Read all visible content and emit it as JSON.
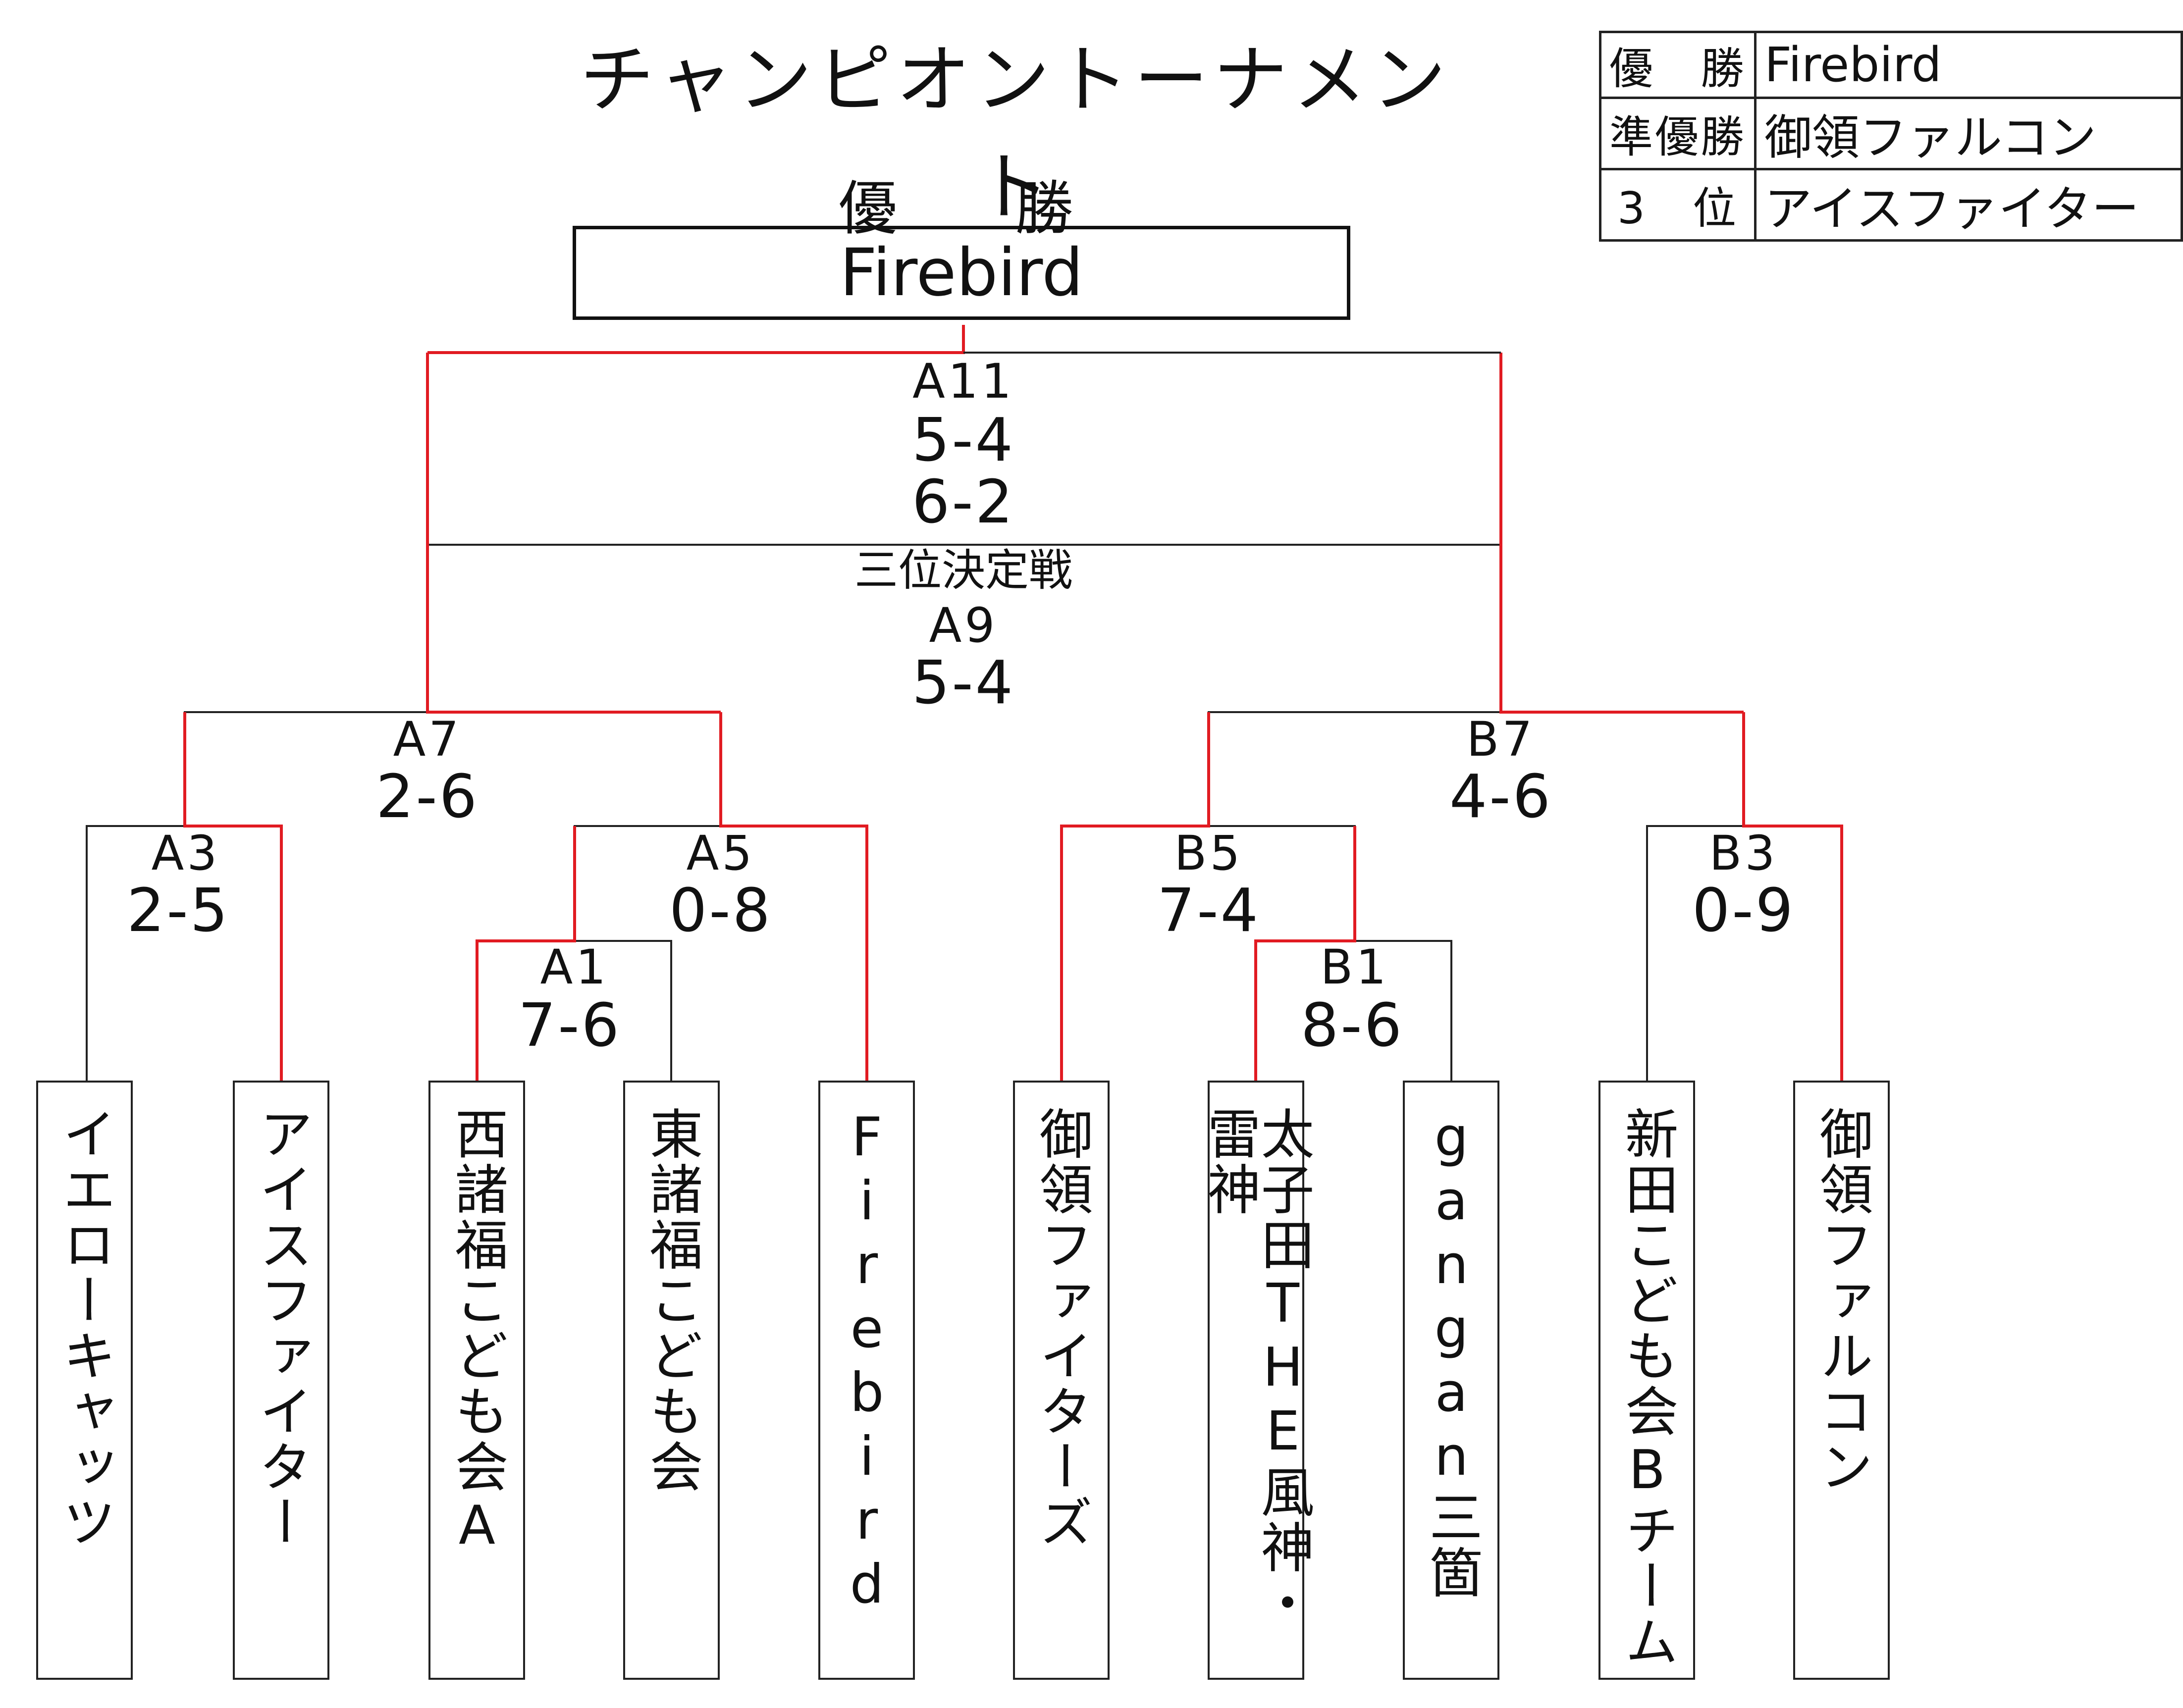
{
  "title": "チャンピオントーナメント",
  "results": [
    {
      "label": "優　勝",
      "value": "Firebird"
    },
    {
      "label": "準優勝",
      "value": "御領ファルコン"
    },
    {
      "label": "3　位",
      "value": "アイスファイター"
    }
  ],
  "champion": {
    "label": "優　勝",
    "name": "Firebird"
  },
  "colors": {
    "winner_line": "#e11b22",
    "line": "#222222"
  },
  "teams": [
    "イエローキャッツ",
    "アイスファイター",
    "西諸福こども会A",
    "東諸福こども会",
    "Firebird",
    "御領ファイターズ",
    "太子田THE風神・雷神",
    "gangan三箇",
    "新田こども会Bチーム",
    "御領ファルコン"
  ],
  "matches": {
    "A3": {
      "code": "A3",
      "score": "2-5"
    },
    "A1": {
      "code": "A1",
      "score": "7-6"
    },
    "A5": {
      "code": "A5",
      "score": "0-8"
    },
    "A7": {
      "code": "A7",
      "score": "2-6"
    },
    "B1": {
      "code": "B1",
      "score": "8-6"
    },
    "B5": {
      "code": "B5",
      "score": "7-4"
    },
    "B3": {
      "code": "B3",
      "score": "0-9"
    },
    "B7": {
      "code": "B7",
      "score": "4-6"
    },
    "A11": {
      "code": "A11",
      "score1": "5-4",
      "score2": "6-2"
    },
    "A9": {
      "label": "三位決定戦",
      "code": "A9",
      "score": "5-4"
    }
  }
}
